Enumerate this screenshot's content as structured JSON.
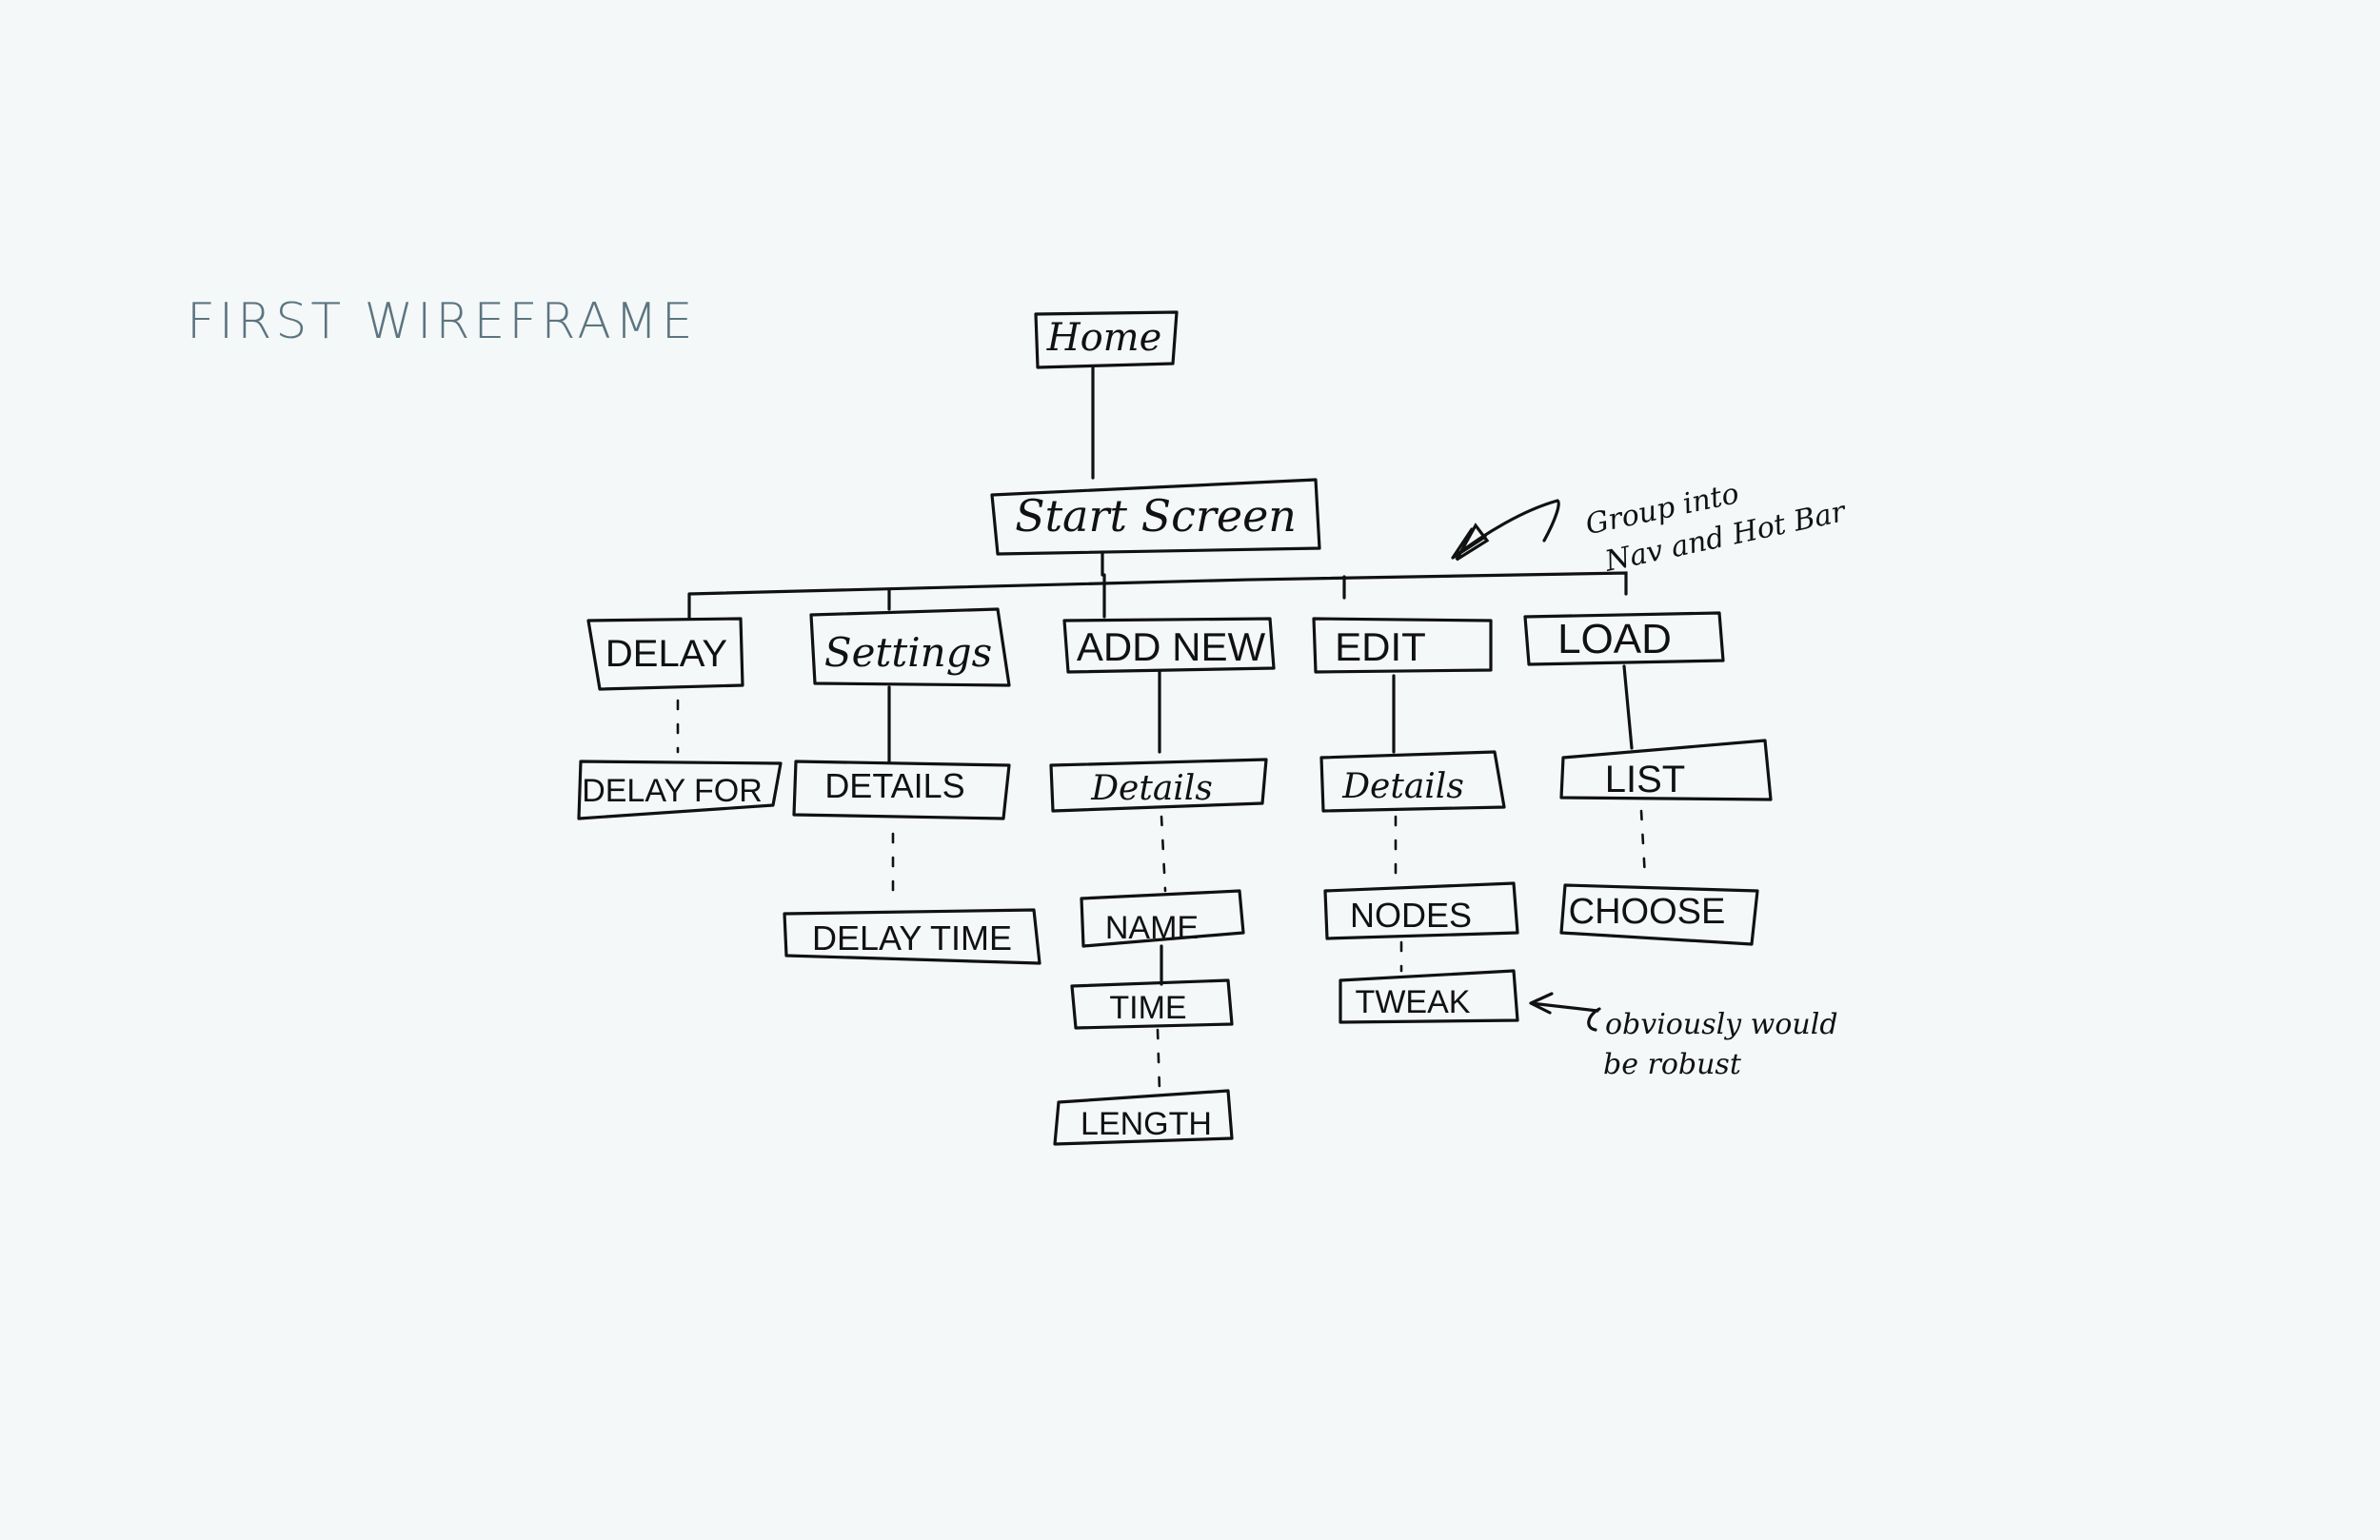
{
  "title": "FIRST WIREFRAME",
  "nodes": {
    "home": "Home",
    "start": "Start Screen",
    "delay": "DELAY",
    "settings": "Settings",
    "addnew": "ADD NEW",
    "edit": "EDIT",
    "load": "LOAD",
    "delay_for": "DELAY FOR",
    "settings_details": "DETAILS",
    "addnew_details": "Details",
    "edit_details": "Details",
    "list": "LIST",
    "delay_time": "DELAY TIME",
    "name": "NAME",
    "nodes": "NODES",
    "choose": "CHOOSE",
    "time": "TIME",
    "tweak": "TWEAK",
    "length": "LENGTH"
  },
  "notes": {
    "group_line1": "Group into",
    "group_line2": "Nav and Hot Bar",
    "robust_line1": "obviously would",
    "robust_line2": "be robust"
  }
}
